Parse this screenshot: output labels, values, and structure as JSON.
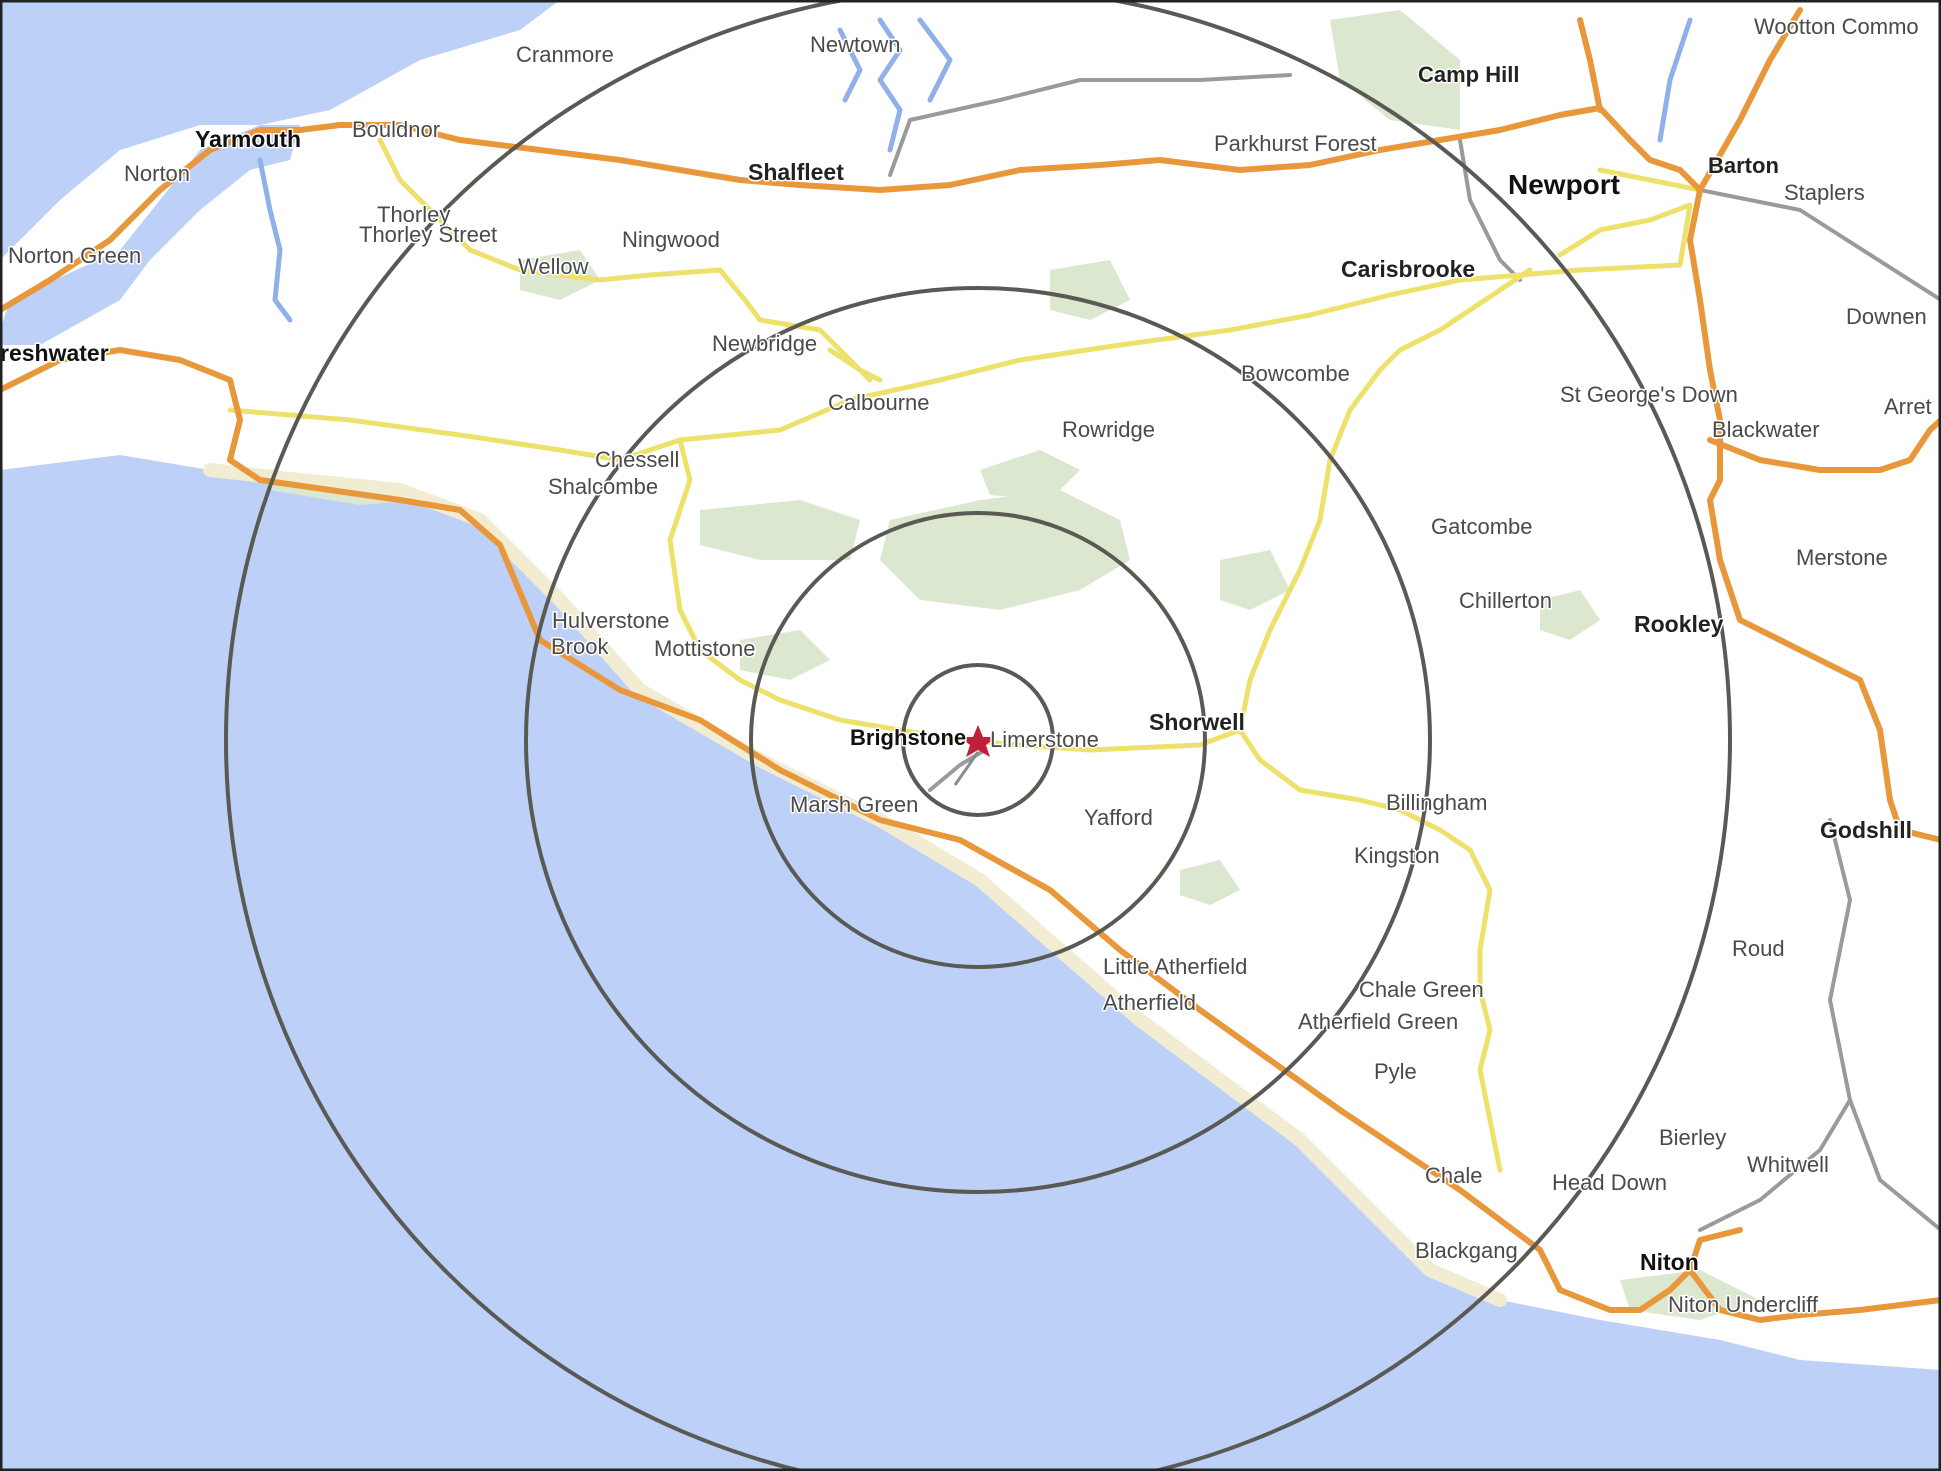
{
  "map": {
    "colors": {
      "sea": "#bcd0f8",
      "land": "#ffffff",
      "greenery": "#dbe8cf",
      "a_road": "#e8973a",
      "b_road": "#eee16b",
      "minor_road": "#9a9a9a",
      "rings": "#5a5a55",
      "marker": "#c0203a"
    },
    "center_marker": {
      "icon": "star-marker-icon",
      "place": "Brighstone"
    },
    "range_rings": {
      "count": 4
    },
    "places": {
      "cranmore": "Cranmore",
      "newtown": "Newtown",
      "camp_hill": "Camp Hill",
      "wootton_common": "Wootton Commo",
      "yarmouth": "Yarmouth",
      "bouldnor": "Bouldnor",
      "norton": "Norton",
      "shalfleet": "Shalfleet",
      "parkhurst_forest": "Parkhurst Forest",
      "newport": "Newport",
      "barton": "Barton",
      "staplers": "Staplers",
      "thorley": "Thorley",
      "thorley_street": "Thorley Street",
      "ningwood": "Ningwood",
      "norton_green": "Norton Green",
      "wellow": "Wellow",
      "carisbrooke": "Carisbrooke",
      "downend": "Downen",
      "freshwater": "reshwater",
      "newbridge": "Newbridge",
      "bowcombe": "Bowcombe",
      "st_georges_down": "St George's Down",
      "arreton": "Arret",
      "calbourne": "Calbourne",
      "rowridge": "Rowridge",
      "blackwater": "Blackwater",
      "chessell": "Chessell",
      "shalcombe": "Shalcombe",
      "gatcombe": "Gatcombe",
      "merstone": "Merstone",
      "chillerton": "Chillerton",
      "hulverstone": "Hulverstone",
      "brook": "Brook",
      "mottistone": "Mottistone",
      "rookley": "Rookley",
      "shorwell": "Shorwell",
      "brighstone": "Brighstone",
      "limerstone": "Limerstone",
      "marsh_green": "Marsh Green",
      "billingham": "Billingham",
      "yafford": "Yafford",
      "godshill": "Godshill",
      "kingston": "Kingston",
      "roud": "Roud",
      "little_atherfield": "Little Atherfield",
      "atherfield": "Atherfield",
      "chale_green": "Chale Green",
      "atherfield_green": "Atherfield Green",
      "pyle": "Pyle",
      "bierley": "Bierley",
      "whitwell": "Whitwell",
      "chale": "Chale",
      "head_down": "Head Down",
      "blackgang": "Blackgang",
      "niton": "Niton",
      "niton_undercliff": "Niton Undercliff"
    }
  }
}
